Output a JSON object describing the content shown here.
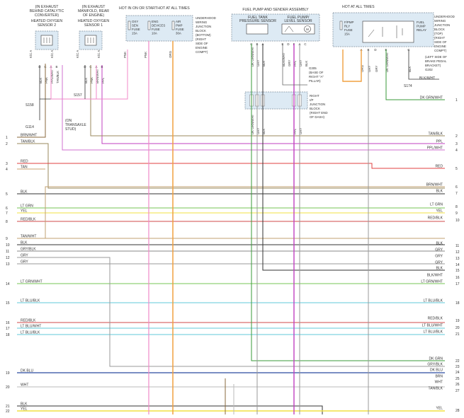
{
  "sensor2": {
    "loc": [
      "(IN EXHAUST",
      "BEHIND CATALYTIC",
      "CONVERTER)"
    ],
    "name": [
      "HEATED OXYGEN",
      "SENSOR 2"
    ],
    "pins": [
      {
        "n": "D",
        "c": "BLK"
      },
      {
        "n": "C",
        "c": "PNK"
      },
      {
        "n": "A",
        "c": "PPL/WHT"
      },
      {
        "n": "B",
        "c": "TAN/BLK"
      }
    ]
  },
  "sensor1": {
    "loc": [
      "(IN EXHAUST",
      "MANIFOLD, REAR",
      "OF ENGINE)"
    ],
    "name": [
      "HEATED OXYGEN",
      "SENSOR 1"
    ],
    "pins": [
      {
        "n": "D",
        "c": "BLK"
      },
      {
        "n": "C",
        "c": "PNK"
      },
      {
        "n": "A",
        "c": "BRN/WHT"
      },
      {
        "n": "B",
        "c": "PPL"
      }
    ]
  },
  "fuses": {
    "hot_run": "HOT IN ON OR START",
    "hot_all": "HOT AT ALL TIMES",
    "list": [
      {
        "name": "OXY SEN FUSE",
        "amp": "15A",
        "c": "PNK"
      },
      {
        "name": "ENG DEVICES FUSE",
        "amp": "10A",
        "c": "PNK"
      },
      {
        "name": "AIR PMP FUSE",
        "amp": "30A",
        "c": "ORG"
      }
    ],
    "block": [
      "UNDERHOOD",
      "WIRING",
      "JUNCTION",
      "BLOCK",
      "(BOTTOM)",
      "(RIGHT",
      "SIDE OF",
      "ENGINE",
      "COMPT)"
    ]
  },
  "pump": {
    "assembly": "FUEL PUMP AND SENDER ASSEMBLY",
    "tank": [
      "FUEL TANK",
      "PRESSURE SENSOR"
    ],
    "level": [
      "FUEL PUMP/",
      "LEVEL SENSOR"
    ],
    "pins": [
      {
        "n": "C",
        "c": "DK GRN/WHT"
      },
      {
        "n": "B",
        "c": "GRY"
      },
      {
        "n": "A",
        "c": "BLK"
      },
      {
        "n": "E",
        "c": "BLK/WHT"
      },
      {
        "n": "D",
        "c": "GRY"
      },
      {
        "n": "F",
        "c": "PPL"
      },
      {
        "n": "A",
        "c": "GRY"
      },
      {
        "n": "C",
        "c": "BLK"
      }
    ]
  },
  "ground_g305": [
    "G305",
    "(BASE OF",
    "RIGHT \"A\"",
    "PILLAR)"
  ],
  "ipjb": {
    "label": [
      "RIGHT",
      "I/P",
      "JUNCTION",
      "BLOCK",
      "(RIGHT END",
      "OF DASH)"
    ],
    "pins": [
      "DK GRN/WHT",
      "GRY",
      "BLK",
      "PPL",
      "GRY"
    ]
  },
  "relay": {
    "hot": "HOT AT ALL TIMES",
    "fuse": [
      "F/PMP",
      "RLY",
      "FUSE",
      "15A"
    ],
    "name": [
      "FUEL",
      "PUMP",
      "RELAY"
    ],
    "block": [
      "UNDERHOOD",
      "WIRING",
      "JUNCTION",
      "BLOCK",
      "(TOP)",
      "(RIGHT",
      "SIDE OF",
      "ENGINE",
      "COMPT)"
    ],
    "pins": [
      {
        "n": "A",
        "c": "ORG"
      },
      {
        "n": "B",
        "c": "GRY"
      },
      {
        "n": "D",
        "c": "GRY"
      },
      {
        "n": "E",
        "c": "DK GRN/WHT"
      },
      {
        "n": "C",
        "c": "BLK"
      }
    ],
    "ground": [
      "(LEFT SIDE OF",
      "BRAKE PEDAL",
      "BRACKET)",
      "G202"
    ]
  },
  "splices": {
    "s157": "S157",
    "s158": "S158",
    "g114": "G114",
    "g114_loc": [
      "(ON",
      "TRANSAXLE",
      "STUD)"
    ],
    "s174": "S174",
    "blk_wht": "BLK/WHT",
    "blk": "BLK",
    "pnk": "PNK",
    "org": "ORG"
  },
  "left_rows": [
    {
      "num": "1",
      "label": "BRN/WHT",
      "color": "#8a6a3c"
    },
    {
      "num": "2",
      "label": "TAN/BLK",
      "color": "#9a8a5e"
    },
    {
      "num": "3",
      "label": "RED",
      "color": "#e04040"
    },
    {
      "num": "4",
      "label": "TAN",
      "color": "#c8a070"
    },
    {
      "num": "5",
      "label": "BLK",
      "color": "#333333"
    },
    {
      "num": "6",
      "label": "LT GRN",
      "color": "#74c454"
    },
    {
      "num": "7",
      "label": "YEL",
      "color": "#f0e040"
    },
    {
      "num": "8",
      "label": "RED/BLK",
      "color": "#d04848"
    },
    {
      "num": "9",
      "label": "TAN/WHT",
      "color": "#c0a070"
    },
    {
      "num": "10",
      "label": "BLK",
      "color": "#333333"
    },
    {
      "num": "11",
      "label": "GRY/BLK",
      "color": "#8a8a8a"
    },
    {
      "num": "12",
      "label": "GRY",
      "color": "#999999"
    },
    {
      "num": "13",
      "label": "GRY",
      "color": "#999999"
    },
    {
      "num": "14",
      "label": "LT GRN/WHT",
      "color": "#74c454"
    },
    {
      "num": "15",
      "label": "LT BLU/BLK",
      "color": "#60c8d8"
    },
    {
      "num": "16",
      "label": "RED/BLK",
      "color": "#d04848"
    },
    {
      "num": "17",
      "label": "LT BLU/WHT",
      "color": "#60c8d8"
    },
    {
      "num": "18",
      "label": "LT BLU/BLK",
      "color": "#60c8d8"
    },
    {
      "num": "19",
      "label": "DK BLU",
      "color": "#2a4aa0"
    },
    {
      "num": "20",
      "label": "WHT",
      "color": "#bbbbbb"
    },
    {
      "num": "21",
      "label": "BLK",
      "color": "#333333"
    },
    {
      "num": "22",
      "label": "YEL",
      "color": "#f0e040"
    }
  ],
  "right_rows": [
    {
      "num": "1",
      "label": "DK GRN/WHT",
      "color": "#3a9a3a"
    },
    {
      "num": "2",
      "label": "TAN/BLK",
      "color": "#9a8a5e"
    },
    {
      "num": "3",
      "label": "PPL",
      "color": "#c040c0"
    },
    {
      "num": "4",
      "label": "PPL/WHT",
      "color": "#d070d0"
    },
    {
      "num": "5",
      "label": "RED",
      "color": "#e04040"
    },
    {
      "num": "6",
      "label": "BRN/WHT",
      "color": "#8a6a3c"
    },
    {
      "num": "7",
      "label": "BLK",
      "color": "#333333"
    },
    {
      "num": "8",
      "label": "LT GRN",
      "color": "#74c454"
    },
    {
      "num": "9",
      "label": "YEL",
      "color": "#f0e040"
    },
    {
      "num": "10",
      "label": "RED/BLK",
      "color": "#d04848"
    },
    {
      "num": "11",
      "label": "BLK",
      "color": "#333333"
    },
    {
      "num": "12",
      "label": "GRY",
      "color": "#999999"
    },
    {
      "num": "13",
      "label": "GRY",
      "color": "#999999"
    },
    {
      "num": "14",
      "label": "GRY",
      "color": "#999999"
    },
    {
      "num": "15",
      "label": "BLK",
      "color": "#333333"
    },
    {
      "num": "16",
      "label": "BLK/WHT",
      "color": "#666666"
    },
    {
      "num": "17",
      "label": "LT GRN/WHT",
      "color": "#74c454"
    },
    {
      "num": "18",
      "label": "LT BLU/BLK",
      "color": "#60c8d8"
    },
    {
      "num": "19",
      "label": "RED/BLK",
      "color": "#d04848"
    },
    {
      "num": "20",
      "label": "LT BLU/WHT",
      "color": "#60c8d8"
    },
    {
      "num": "21",
      "label": "LT BLU/BLK",
      "color": "#60c8d8"
    },
    {
      "num": "22",
      "label": "DK GRN",
      "color": "#3a9a3a"
    },
    {
      "num": "23",
      "label": "GRY/BLK",
      "color": "#8a8a8a"
    },
    {
      "num": "24",
      "label": "DK BLU",
      "color": "#2a4aa0"
    },
    {
      "num": "25",
      "label": "BRN",
      "color": "#8a6a3c"
    },
    {
      "num": "26",
      "label": "WHT",
      "color": "#bbbbbb"
    },
    {
      "num": "27",
      "label": "TAN/BLK",
      "color": "#9a8a5e"
    },
    {
      "num": "28",
      "label": "YEL",
      "color": "#f0e040"
    }
  ]
}
